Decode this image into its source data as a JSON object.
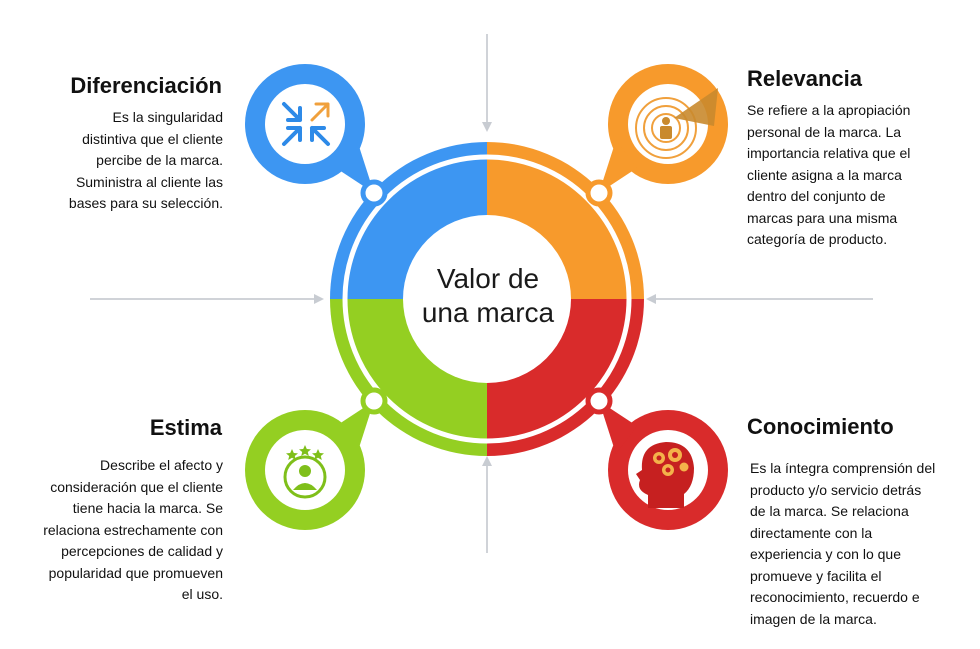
{
  "center": {
    "line1": "Valor de",
    "line2": "una marca"
  },
  "colors": {
    "blue": "#3d96f2",
    "orange": "#f79a2c",
    "red": "#d92b2b",
    "green": "#94cf22",
    "arrow": "#d0d3d8",
    "ring": "#ffffff"
  },
  "quadrants": [
    {
      "key": "diferenciacion",
      "title": "Diferenciación",
      "icon": "compress-arrows-icon",
      "color": "#3d96f2",
      "lines": [
        "Es la singularidad",
        "distintiva que el cliente",
        "percibe de la marca.",
        "Suministra al cliente las",
        "bases para su selección."
      ]
    },
    {
      "key": "relevancia",
      "title": "Relevancia",
      "icon": "target-person-icon",
      "color": "#f79a2c",
      "lines": [
        "Se refiere a la apropiación",
        "personal de la marca. La",
        "importancia relativa que el",
        "cliente asigna a la marca",
        "dentro del conjunto de",
        "marcas para una misma",
        "categoría de producto."
      ]
    },
    {
      "key": "estima",
      "title": "Estima",
      "icon": "person-stars-icon",
      "color": "#94cf22",
      "lines": [
        "Describe el afecto y",
        "consideración que el cliente",
        "tiene hacia la marca. Se",
        "relaciona estrechamente con",
        "percepciones de calidad y",
        "popularidad que promueven",
        "el uso."
      ]
    },
    {
      "key": "conocimiento",
      "title": "Conocimiento",
      "icon": "head-gears-icon",
      "color": "#d92b2b",
      "lines": [
        "Es la íntegra comprensión del",
        "producto y/o servicio detrás",
        "de la marca. Se relaciona",
        "directamente con la",
        "experiencia y con lo que",
        "promueve y facilita el",
        "reconocimiento, recuerdo e",
        "imagen de la marca."
      ]
    }
  ]
}
